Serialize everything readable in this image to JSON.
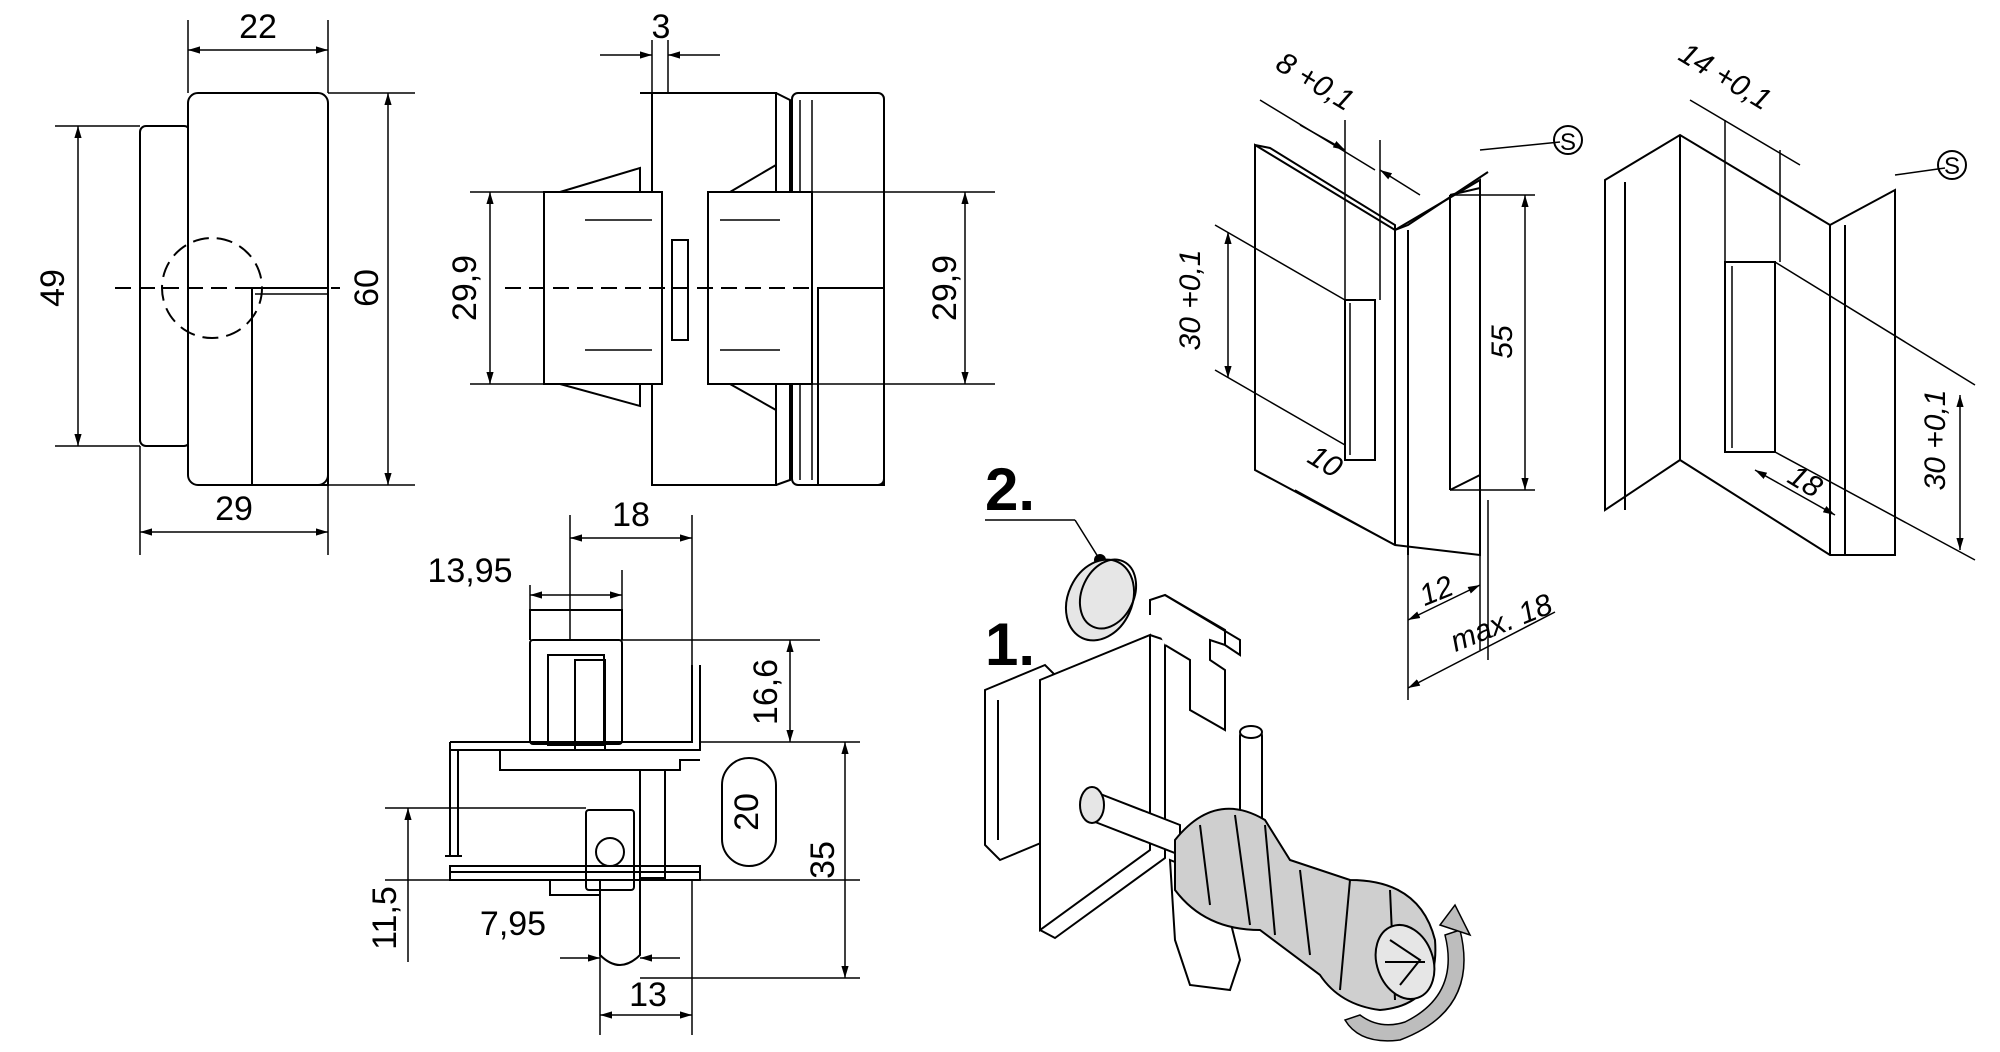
{
  "dimensions": {
    "side_width": "22",
    "side_height_outer": "60",
    "side_height_inner": "49",
    "side_depth": "29",
    "front_offset": "3",
    "front_height_left": "29,9",
    "front_height_right": "29,9",
    "bottom_width": "18",
    "bottom_offset": "13,95",
    "bottom_upper": "16,6",
    "bottom_slot": "20",
    "bottom_height": "35",
    "bottom_lower": "11,5",
    "bottom_pin_offset": "7,95",
    "bottom_width_lower": "13",
    "keeper1_width": "8 +0,1",
    "keeper1_height": "30 +0,1",
    "keeper1_length": "55",
    "keeper1_edge": "10",
    "keeper1_base": "12",
    "keeper1_max": "max. 18",
    "keeper2_width": "14 +0,1",
    "keeper2_height": "30 +0,1",
    "keeper2_depth": "18",
    "thickness_symbol": "S"
  },
  "steps": {
    "step1": "1.",
    "step2": "2."
  },
  "colors": {
    "line": "#000000",
    "grey_fill": "#cfcfcf",
    "background": "#ffffff"
  }
}
